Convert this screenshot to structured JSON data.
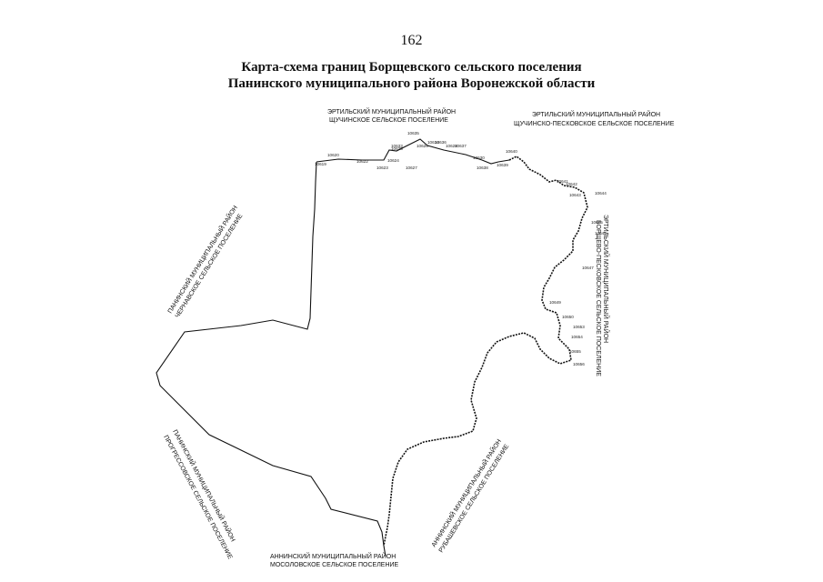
{
  "page_number": "162",
  "title_line1": "Карта-схема границ Борщевского сельского поселения",
  "title_line2": "Панинского муниципального района Воронежской области",
  "labels": {
    "ertil_shchuch": [
      "ЭРТИЛЬСКИЙ МУНИЦИПАЛЬНЫЙ РАЙОН",
      "ЩУЧИНСКОЕ СЕЛЬСКОЕ ПОСЕЛЕНИЕ"
    ],
    "ertil_shchpesk": [
      "ЭРТИЛЬСКИЙ МУНИЦИПАЛЬНЫЙ РАЙОН",
      "ЩУЧИНСКО-ПЕСКОВСКОЕ СЕЛЬСКОЕ ПОСЕЛЕНИЕ"
    ],
    "ertil_borshch": [
      "ЭРТИЛЬСКИЙ МУНИЦИПАЛЬНЫЙ РАЙОН",
      "БОРЩЕВО-ПЕСКОВСКОЕ СЕЛЬСКОЕ ПОСЕЛЕНИЕ"
    ],
    "panin_chern": [
      "ПАНИНСКИЙ МУНИЦИПАЛЬНЫЙ РАЙОН",
      "ЧЕРНАВСКОЕ СЕЛЬСКОЕ ПОСЕЛЕНИЕ"
    ],
    "panin_progr": [
      "ПАНИНСКИЙ МУНИЦИПАЛЬНЫЙ РАЙОН",
      "ПРОГРЕССОВСКОЕ СЕЛЬСКОЕ ПОСЕЛЕНИЕ"
    ],
    "annin_rub": [
      "АННИНСКИЙ МУНИЦИПАЛЬНЫЙ РАЙОН",
      "РУБАШЕВСКОЕ СЕЛЬСКОЕ ПОСЕЛЕНИЕ"
    ],
    "annin_mosol": [
      "АННИНСКИЙ МУНИЦИПАЛЬНЫЙ РАЙОН",
      "МОСОЛОВСКОЕ СЕЛЬСКОЕ ПОСЕЛЕНИЕ"
    ]
  },
  "point_labels": [
    "10619",
    "10620",
    "10622",
    "10623",
    "10625",
    "10624",
    "10626",
    "10627",
    "10628",
    "10630",
    "10633",
    "10634",
    "10635",
    "10636",
    "10637",
    "10638",
    "10639",
    "10640",
    "10641",
    "10642",
    "10643",
    "10644",
    "10645",
    "10646",
    "10647",
    "10649",
    "10650",
    "10653",
    "10654",
    "10655",
    "10656"
  ]
}
